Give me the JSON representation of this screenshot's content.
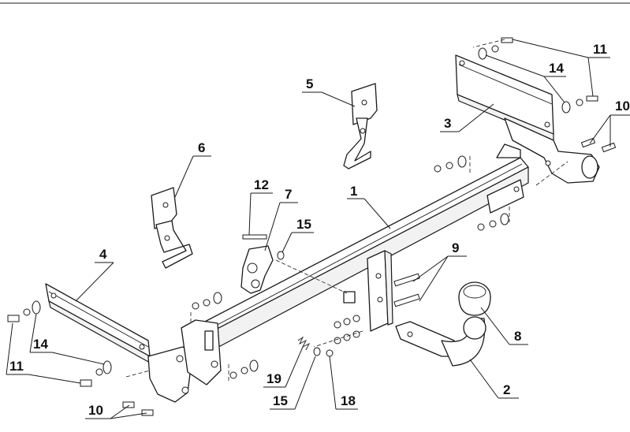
{
  "callouts": {
    "c1": "1",
    "c2": "2",
    "c3": "3",
    "c4": "4",
    "c5": "5",
    "c6": "6",
    "c7": "7",
    "c8": "8",
    "c9": "9",
    "c10_right": "10",
    "c10_left": "10",
    "c11_right": "11",
    "c11_left": "11",
    "c12": "12",
    "c14_right": "14",
    "c14_left": "14",
    "c15_upper": "15",
    "c15_lower": "15",
    "c18": "18",
    "c19": "19"
  }
}
